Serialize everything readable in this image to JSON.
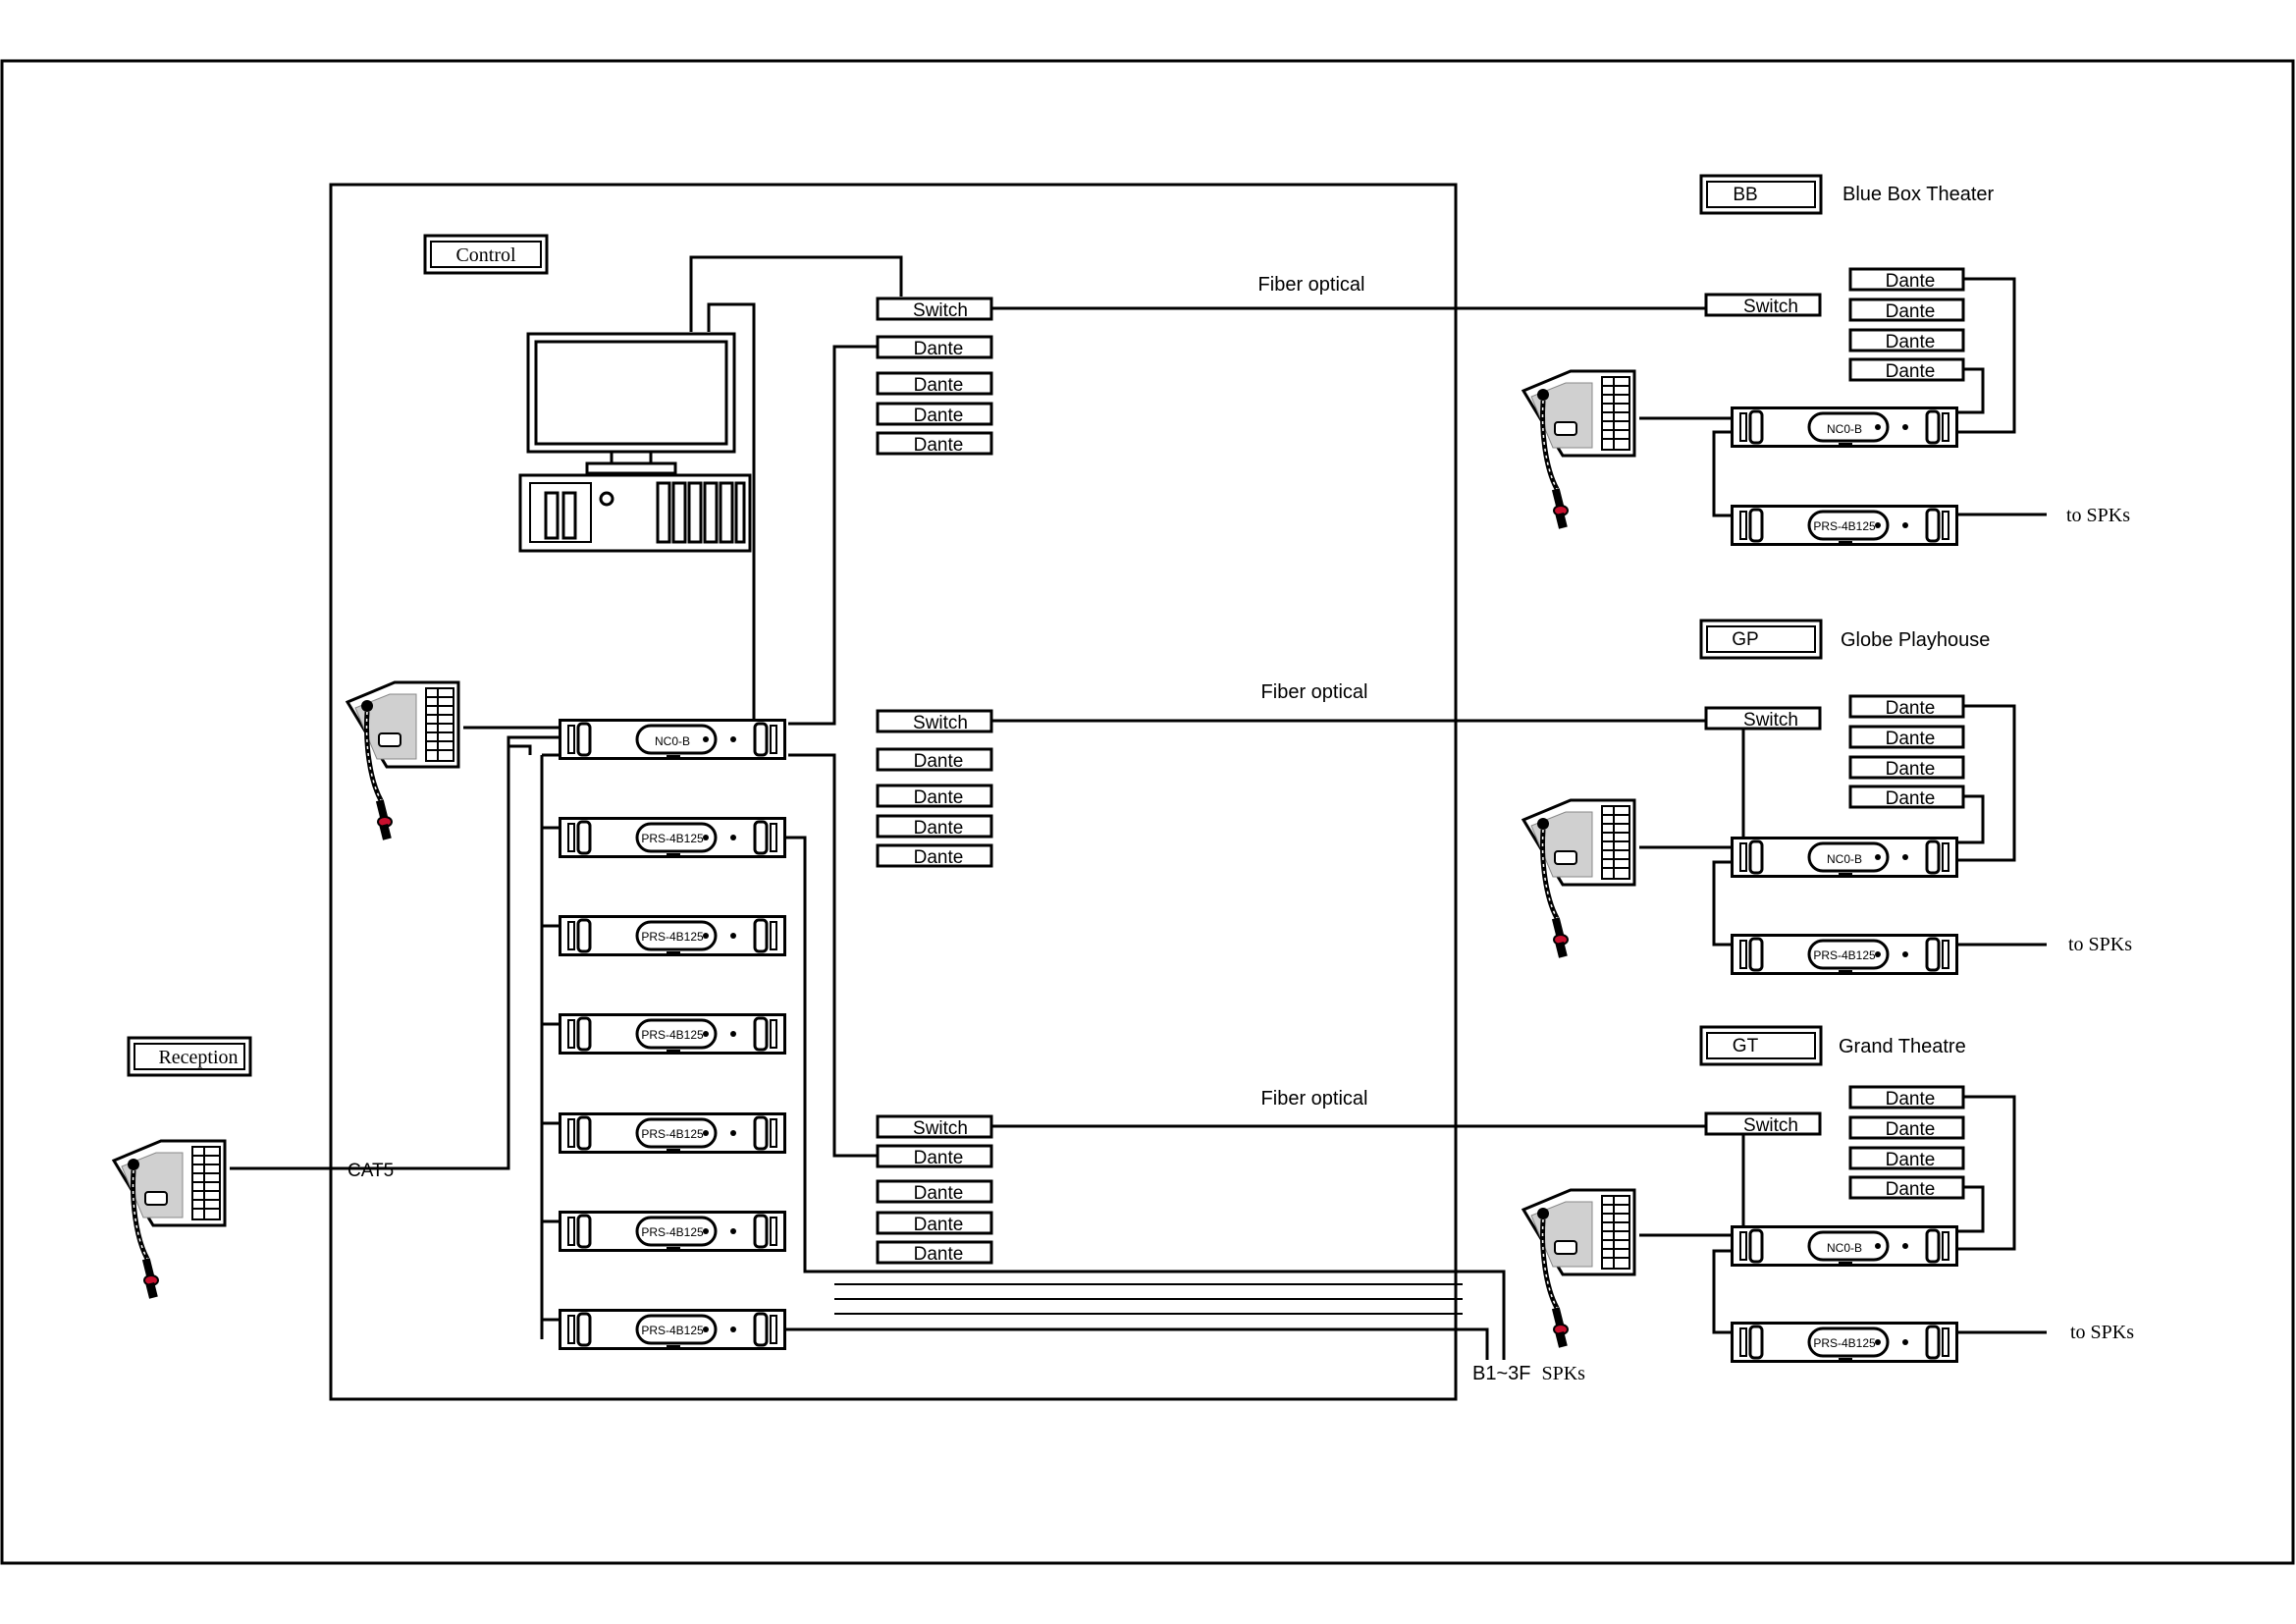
{
  "control": {
    "label": "Control",
    "fiber_label": "Fiber optical",
    "switch_label": "Switch",
    "dante_label": "Dante",
    "nco_label": "NC0-B",
    "prs_label": "PRS-4B125"
  },
  "reception": {
    "label": "Reception",
    "cable_label": "CAT5"
  },
  "spk_output": {
    "label_prefix": "B1~3F",
    "label_suffix": "SPKs"
  },
  "venues": [
    {
      "code": "BB",
      "name": "Blue Box Theater",
      "switch_label": "Switch",
      "dante_label": "Dante",
      "nco_label": "NC0-B",
      "prs_label": "PRS-4B125",
      "spk_label": "to SPKs"
    },
    {
      "code": "GP",
      "name": "Globe Playhouse",
      "switch_label": "Switch",
      "dante_label": "Dante",
      "nco_label": "NC0-B",
      "prs_label": "PRS-4B125",
      "spk_label": "to SPKs"
    },
    {
      "code": "GT",
      "name": "Grand Theatre",
      "switch_label": "Switch",
      "dante_label": "Dante",
      "nco_label": "NC0-B",
      "prs_label": "PRS-4B125",
      "spk_label": "to SPKs"
    }
  ],
  "icons": {
    "computer": "computer-workstation-icon",
    "call_station": "call-station-icon",
    "amplifier": "rack-amplifier-icon"
  }
}
